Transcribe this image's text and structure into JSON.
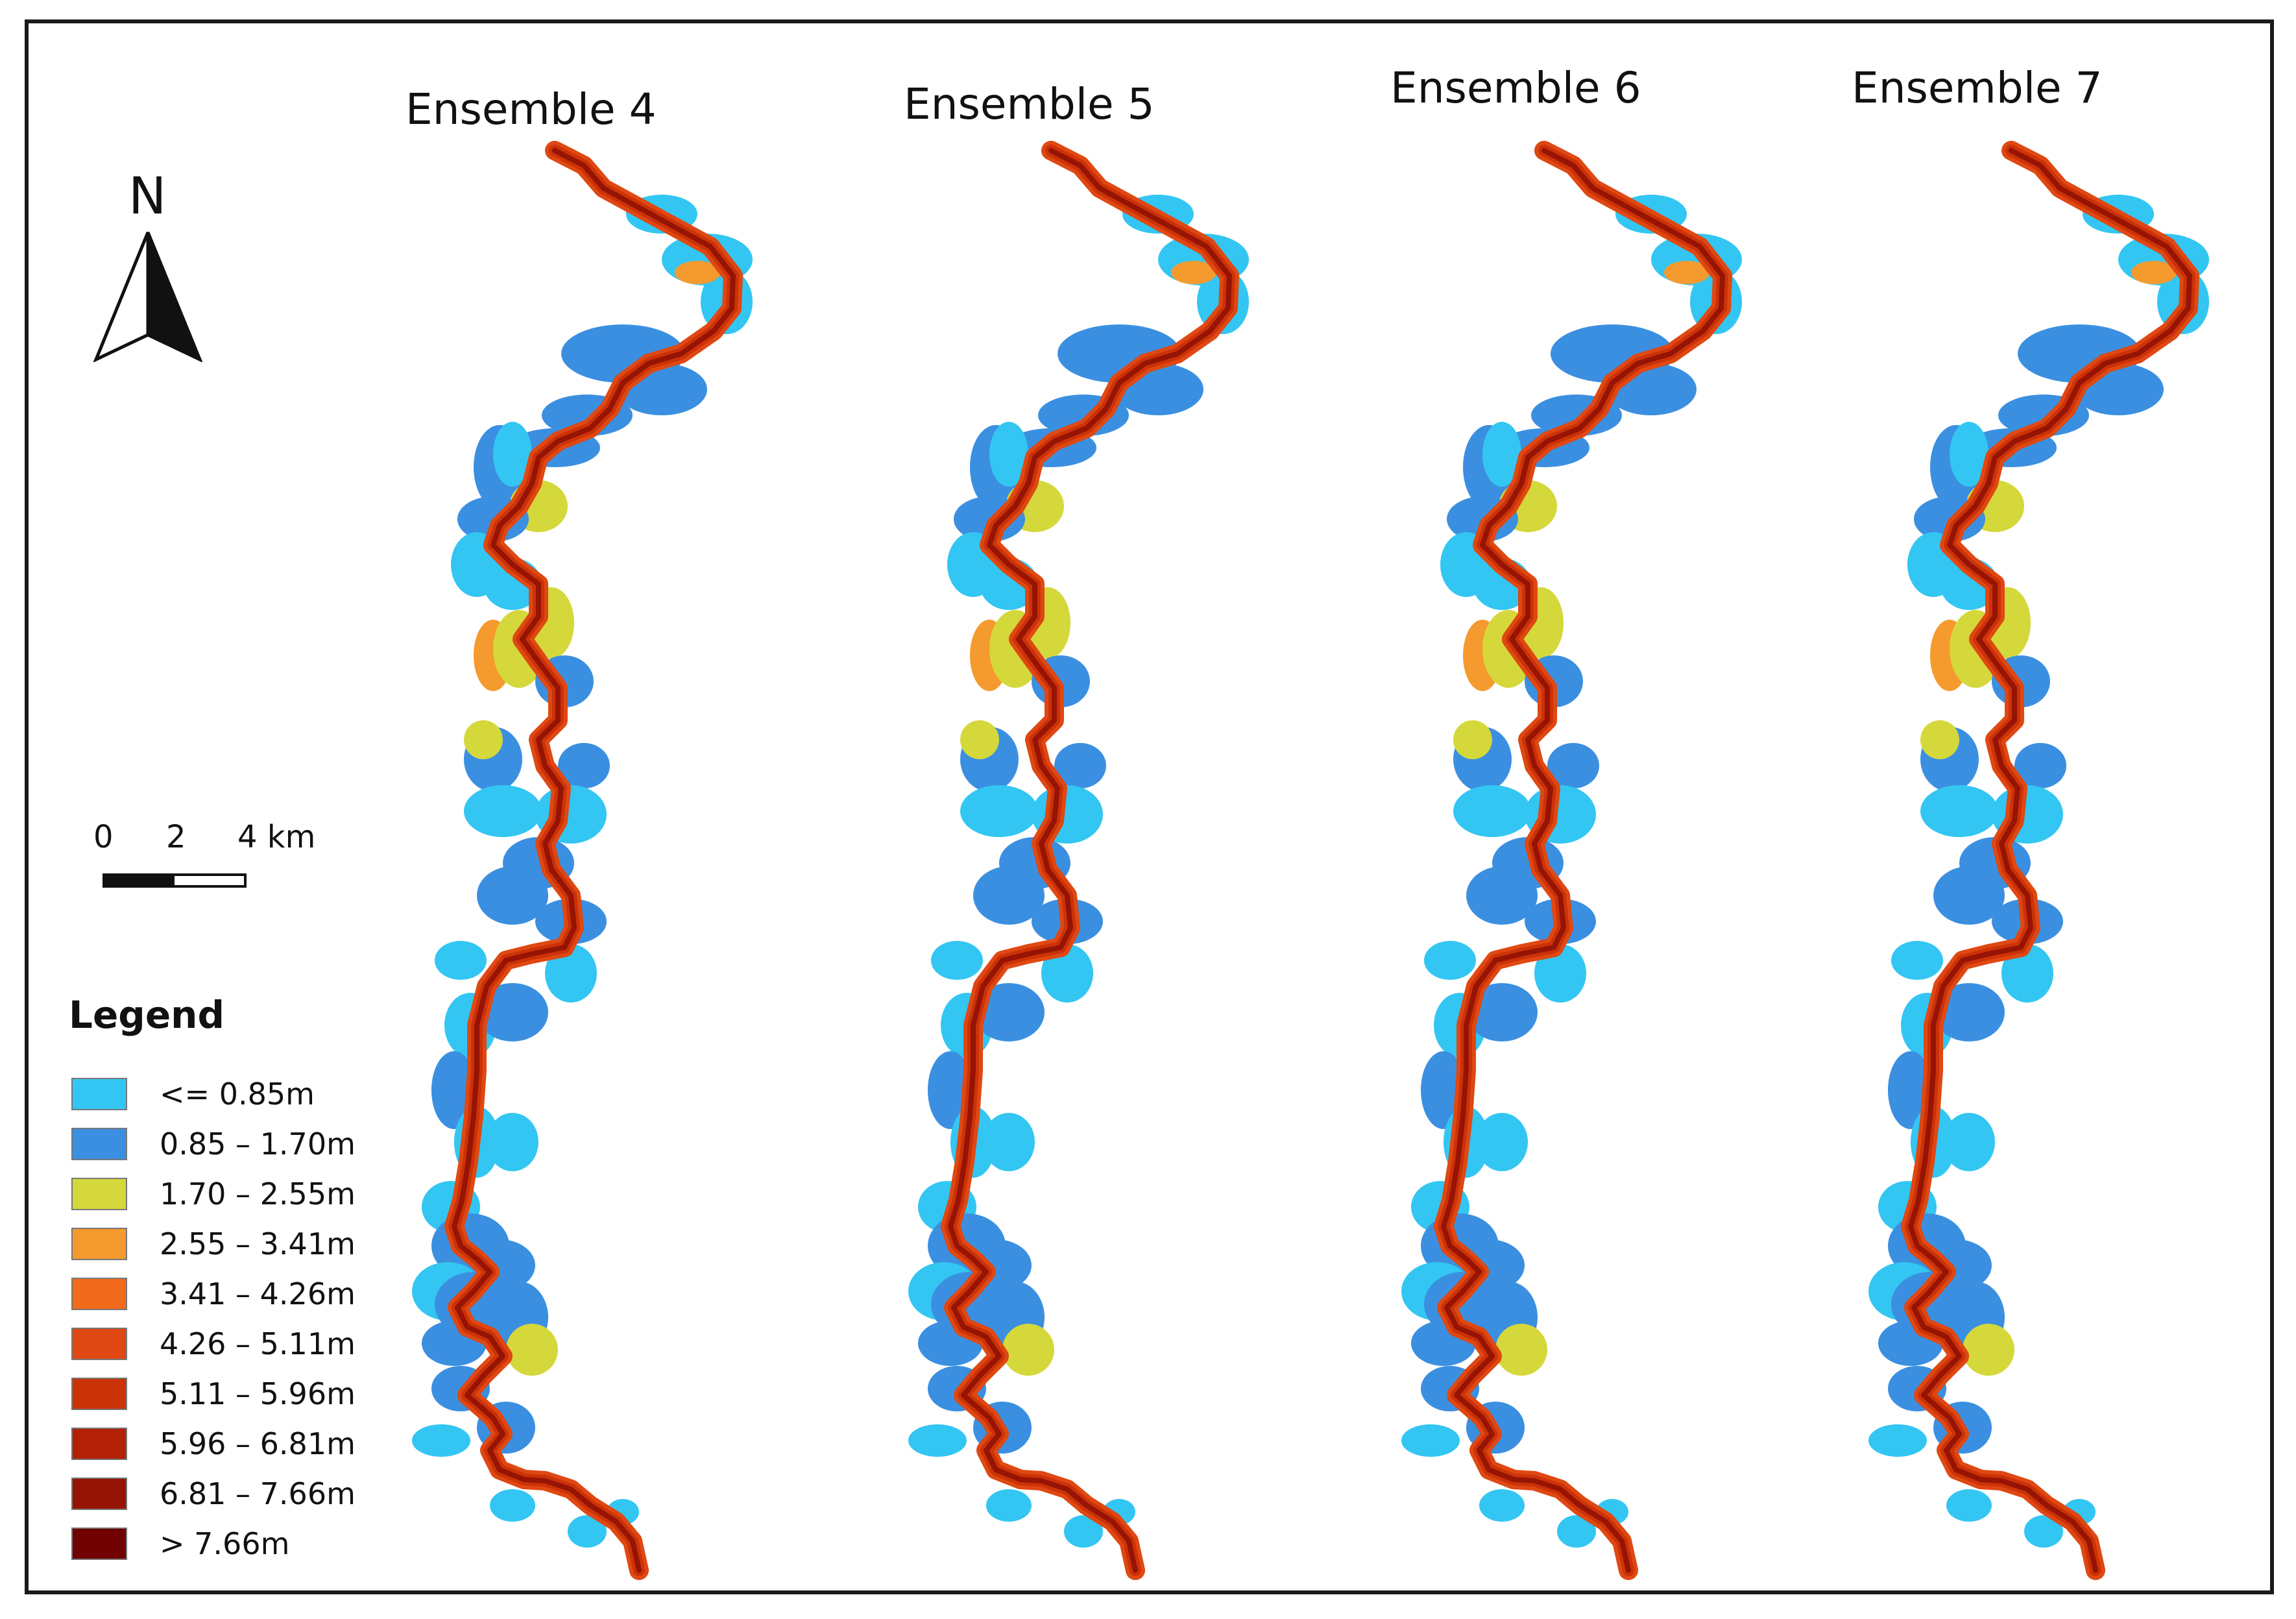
{
  "panels": [
    {
      "title": "Ensemble 4"
    },
    {
      "title": "Ensemble 5"
    },
    {
      "title": "Ensemble 6"
    },
    {
      "title": "Ensemble 7"
    }
  ],
  "north_arrow": {
    "letter": "N"
  },
  "scale_bar": {
    "ticks": [
      "0",
      "2",
      "4 km"
    ]
  },
  "legend": {
    "title": "Legend",
    "items": [
      {
        "label": "<= 0.85m",
        "color": "#33c6f2"
      },
      {
        "label": "0.85 – 1.70m",
        "color": "#3b8fe0"
      },
      {
        "label": "1.70 – 2.55m",
        "color": "#d5d83a"
      },
      {
        "label": "2.55 – 3.41m",
        "color": "#f59a2e"
      },
      {
        "label": "3.41 – 4.26m",
        "color": "#f26a1c"
      },
      {
        "label": "4.26 – 5.11m",
        "color": "#df4812"
      },
      {
        "label": "5.11 – 5.96m",
        "color": "#cc3208"
      },
      {
        "label": "5.96 – 6.81m",
        "color": "#b22006"
      },
      {
        "label": "6.81 – 7.66m",
        "color": "#961404"
      },
      {
        "label": "> 7.66m",
        "color": "#700202"
      }
    ]
  }
}
